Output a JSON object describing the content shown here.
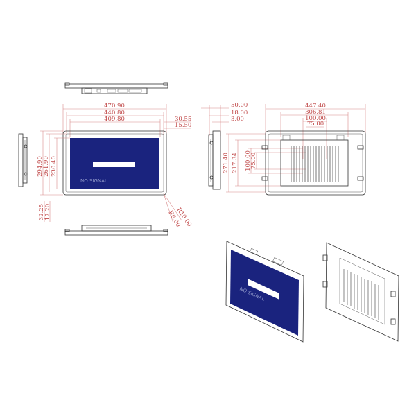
{
  "front_view": {
    "width_labels": [
      "470.90",
      "440.80",
      "409.80"
    ],
    "right_labels": [
      "30.55",
      "15.50"
    ],
    "height_labels": [
      "294.90",
      "261.90",
      "230.40"
    ],
    "bottom_labels": [
      "32.25",
      "17.20"
    ],
    "radius_labels": [
      "R10.00",
      "R6.00"
    ],
    "screen_text": "NO SIGNAL"
  },
  "side_view": {
    "depth_labels": [
      "50.00",
      "18.00",
      "3.00"
    ]
  },
  "rear_view": {
    "width_labels": [
      "447.40",
      "306.81",
      "100.00",
      "75.00"
    ],
    "height_labels": [
      "271.40",
      "217.34",
      "100.00",
      "75.00"
    ]
  },
  "iso_front": {
    "screen_text": "NO SIGNAL"
  },
  "colors": {
    "dimension": "#c04848",
    "screen": "#1a237e",
    "outline": "#333333"
  }
}
